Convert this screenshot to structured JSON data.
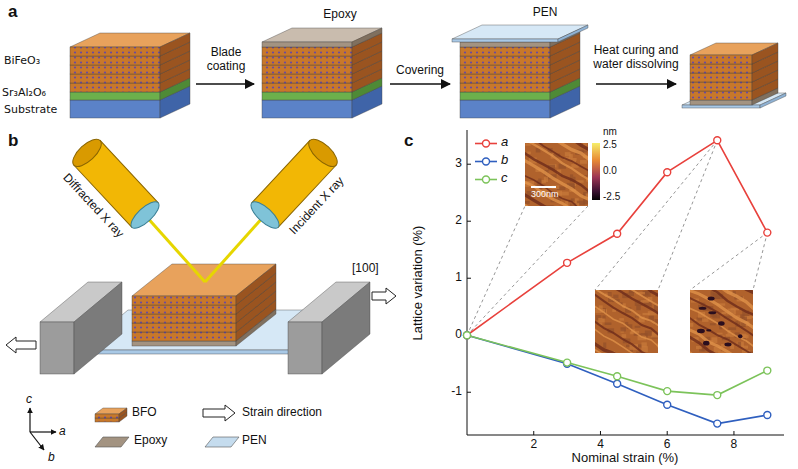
{
  "diagram": {
    "labels": [
      "a",
      "BiFeO₃",
      "Sr₃Al₂O₆",
      "Substrate",
      "Blade coating",
      "Epoxy",
      "Covering",
      "PEN",
      "Heat curing and water dissolving",
      "b",
      "Diffracted X ray",
      "Incident X ray",
      "[100]",
      "c",
      "a",
      "b",
      "c",
      "Lattice variation (%)",
      "Nominal strain (%)",
      "3",
      "2",
      "1",
      "0",
      "-1",
      "2",
      "4",
      "6",
      "8",
      "nm",
      "2.5",
      "0.0",
      "-2.5",
      "300nm"
    ],
    "legend": [
      {
        "text": "BFO"
      },
      {
        "text": "Strain direction"
      },
      {
        "text": "Epoxy",
        "color": "#a39381"
      },
      {
        "text": "PEN",
        "color": "#c5dcee"
      },
      {
        "text": "a"
      },
      {
        "text": "b"
      },
      {
        "text": "c"
      }
    ]
  }
}
